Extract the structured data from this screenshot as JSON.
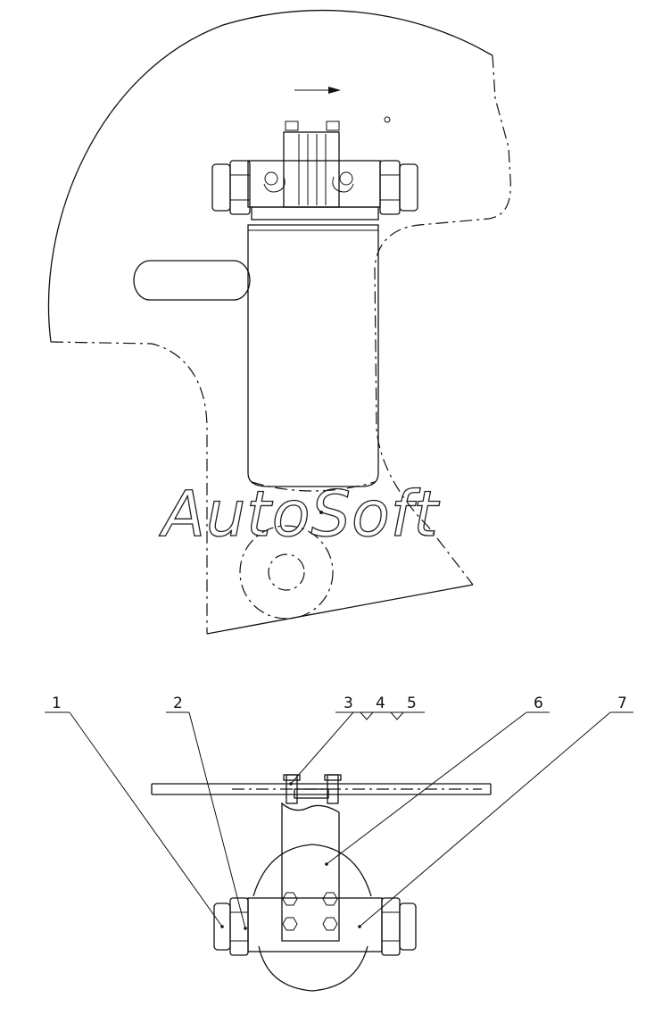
{
  "watermark": "AutoSoft",
  "callouts": [
    {
      "id": "c1",
      "text": "1"
    },
    {
      "id": "c2",
      "text": "2"
    },
    {
      "id": "c3",
      "text": "3"
    },
    {
      "id": "c4",
      "text": "4"
    },
    {
      "id": "c5",
      "text": "5"
    },
    {
      "id": "c6",
      "text": "6"
    },
    {
      "id": "c7",
      "text": "7"
    }
  ],
  "colors": {
    "line": "#111111",
    "background": "#ffffff"
  }
}
